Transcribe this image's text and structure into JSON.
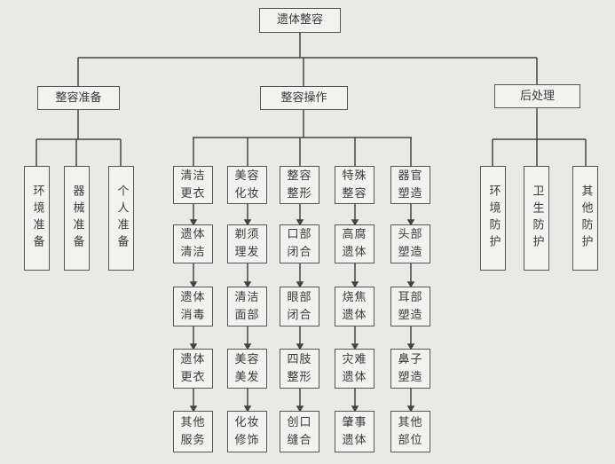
{
  "root": "遗体整容",
  "branches": [
    {
      "label": "整容准备",
      "children": [
        "环境准备",
        "器械准备",
        "个人准备"
      ]
    },
    {
      "label": "整容操作",
      "columns": [
        [
          "清洁\n更衣",
          "遗体\n清洁",
          "遗体\n消毒",
          "遗体\n更衣",
          "其他\n服务"
        ],
        [
          "美容\n化妆",
          "剃须\n理发",
          "清洁\n面部",
          "美容\n美发",
          "化妆\n修饰"
        ],
        [
          "整容\n整形",
          "口部\n闭合",
          "眼部\n闭合",
          "四肢\n整形",
          "创口\n缝合"
        ],
        [
          "特殊\n整容",
          "高腐\n遗体",
          "烧焦\n遗体",
          "灾难\n遗体",
          "肇事\n遗体"
        ],
        [
          "器官\n塑造",
          "头部\n塑造",
          "耳部\n塑造",
          "鼻子\n塑造",
          "其他\n部位"
        ]
      ]
    },
    {
      "label": "后处理",
      "children": [
        "环境防护",
        "卫生防护",
        "其他防护"
      ]
    }
  ]
}
